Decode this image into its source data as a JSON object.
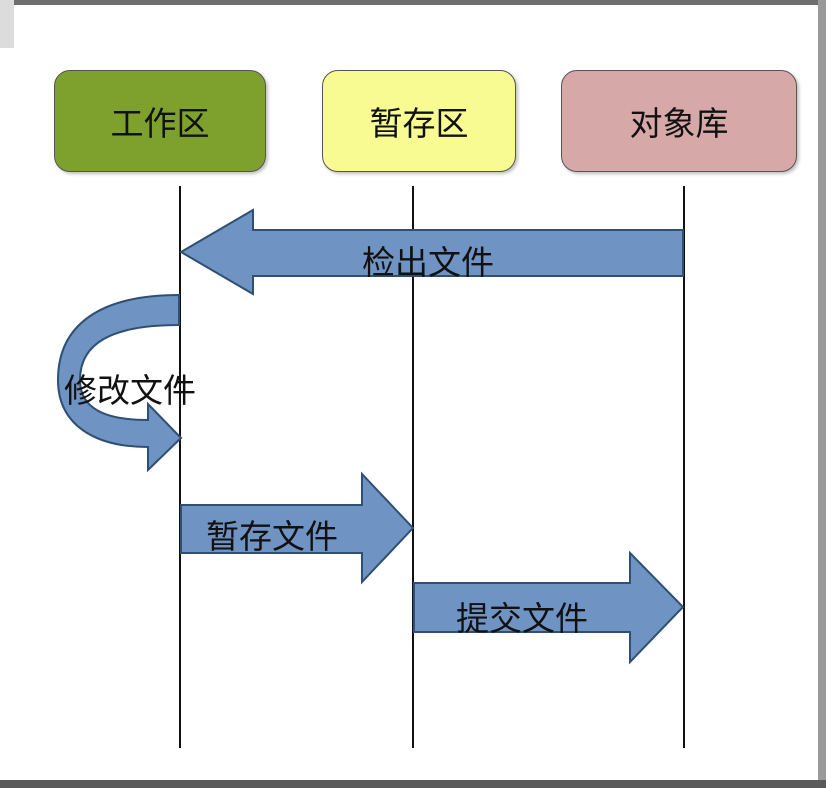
{
  "areas": {
    "working": "工作区",
    "staging": "暂存区",
    "repository": "对象库"
  },
  "actions": {
    "checkout": "检出文件",
    "modify": "修改文件",
    "stage": "暂存文件",
    "commit": "提交文件"
  },
  "colors": {
    "working": "#7ea12d",
    "staging": "#f7fb92",
    "repository": "#d7a8a8",
    "arrow": "#6f93c3",
    "arrow_stroke": "#2f4f73"
  }
}
